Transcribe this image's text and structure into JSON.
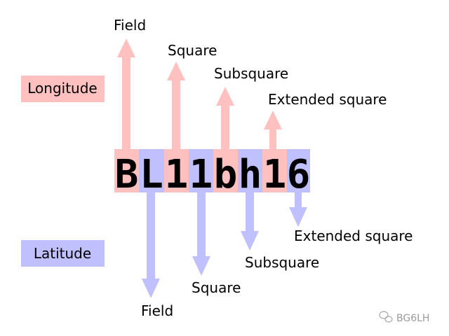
{
  "legend": {
    "longitude": "Longitude",
    "latitude": "Latitude"
  },
  "colors": {
    "longitude": "#ffc0c0",
    "latitude": "#c0c0ff"
  },
  "locator": {
    "chars": [
      "B",
      "L",
      "1",
      "1",
      "b",
      "h",
      "1",
      "6"
    ],
    "types": [
      "longitude",
      "latitude",
      "longitude",
      "latitude",
      "longitude",
      "latitude",
      "longitude",
      "latitude"
    ]
  },
  "longitude_labels": {
    "field": "Field",
    "square": "Square",
    "subsquare": "Subsquare",
    "extended": "Extended square"
  },
  "latitude_labels": {
    "field": "Field",
    "square": "Square",
    "subsquare": "Subsquare",
    "extended": "Extended square"
  },
  "watermark": {
    "text": "BG6LH",
    "icon": "wechat-icon"
  }
}
